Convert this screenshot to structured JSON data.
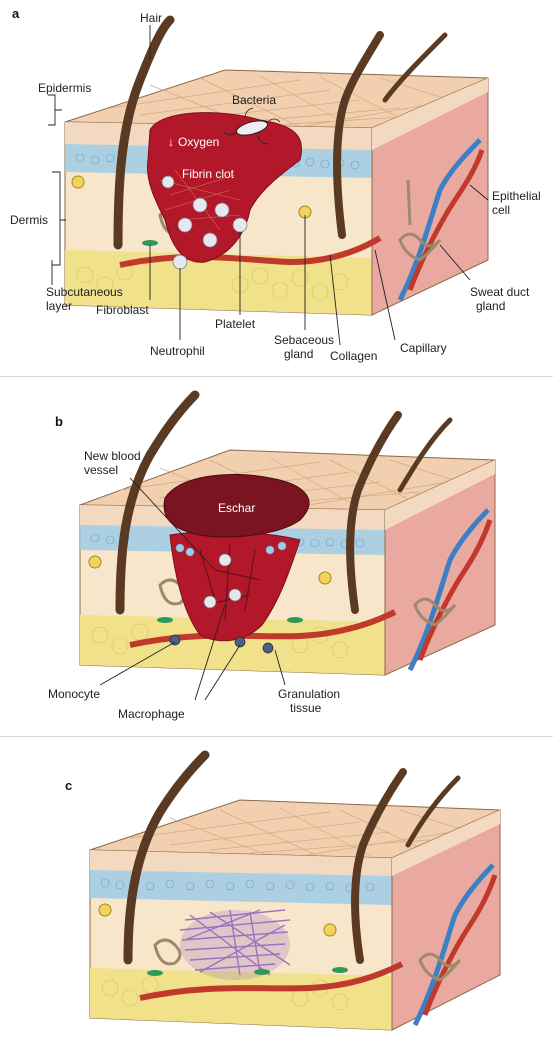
{
  "panels": {
    "a": {
      "letter": "a",
      "labels": {
        "hair": "Hair",
        "epidermis": "Epidermis",
        "bacteria": "Bacteria",
        "oxygen": "Oxygen",
        "fibrin_clot": "Fibrin clot",
        "dermis": "Dermis",
        "epithelial_cell_1": "Epithelial",
        "epithelial_cell_2": "cell",
        "subcutaneous_1": "Subcutaneous",
        "subcutaneous_2": "layer",
        "fibroblast": "Fibroblast",
        "neutrophil": "Neutrophil",
        "platelet": "Platelet",
        "sebaceous_1": "Sebaceous",
        "sebaceous_2": "gland",
        "collagen": "Collagen",
        "capillary": "Capillary",
        "sweat_duct_1": "Sweat duct",
        "sweat_duct_2": "gland"
      }
    },
    "b": {
      "letter": "b",
      "labels": {
        "new_vessel_1": "New blood",
        "new_vessel_2": "vessel",
        "eschar": "Eschar",
        "monocyte": "Monocyte",
        "macrophage": "Macrophage",
        "granulation_1": "Granulation",
        "granulation_2": "tissue"
      }
    },
    "c": {
      "letter": "c"
    }
  },
  "colors": {
    "skin_top": "#f2cfae",
    "epidermis": "#f3d9bf",
    "epidermis_cells": "#9fcbe6",
    "dermis": "#f7e6c9",
    "dermis_side": "#e9a9a0",
    "fat": "#f0e18a",
    "hair": "#5a3a22",
    "clot": "#b3182a",
    "vessel_red": "#c0392b",
    "vessel_blue": "#3b7fc4",
    "scar": "#9b6cc2"
  }
}
